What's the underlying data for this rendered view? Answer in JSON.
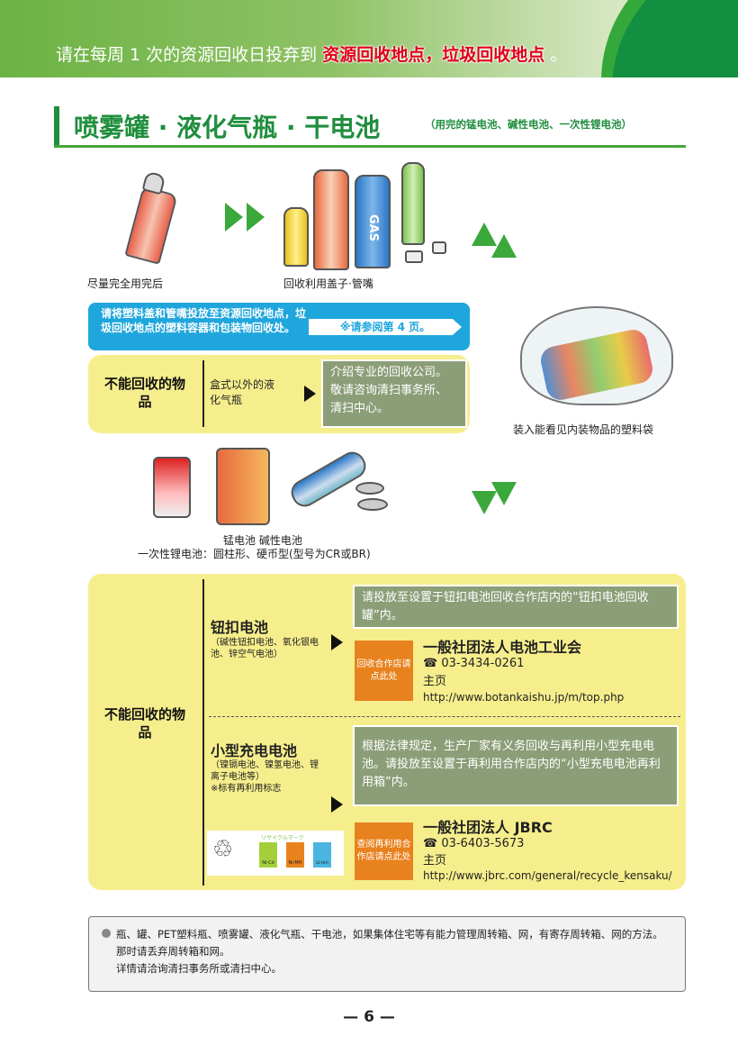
{
  "header": {
    "text_prefix": "请在每周 1 次的资源回收日投弃到 ",
    "text_highlight": "资源回收地点，垃圾回收地点",
    "text_suffix": " 。"
  },
  "section": {
    "title": "喷雾罐 · 液化气瓶 · 干电池",
    "subtitle": "（用完的锰电池、碱性电池、一次性锂电池）"
  },
  "captions": {
    "spray": "尽量完全用完后",
    "caps": "回收利用盖子·管嘴",
    "bag": "装入能看见内装物品的塑料袋",
    "batteries1": "锰电池 碱性电池",
    "batteries2": "一次性锂电池：圆柱形、硬币型(型号为CR或BR)",
    "gas_label": "GAS"
  },
  "blue_box": {
    "text": "请将塑料盖和管嘴投放至资源回收地点，垃圾回收地点的塑料容器和包装物回收处。",
    "tag": "※请参阅第 4 页。"
  },
  "gas_box": {
    "label": "不能回收的物品",
    "item": "盒式以外的液化气瓶",
    "instruction": "介绍专业的回收公司。敬请咨询清扫事务所、清扫中心。"
  },
  "battery_box": {
    "label": "不能回收的物品",
    "button": {
      "title": "钮扣电池",
      "sub": "（碱性钮扣电池、氧化银电池、锌空气电池）",
      "instruction": "请投放至设置于钮扣电池回收合作店内的“钮扣电池回收罐”内。",
      "orange": "回收合作店请点此处",
      "org": "一般社团法人电池工业会",
      "phone": "☎ 03-3434-0261",
      "home_label": "主页",
      "url": "http://www.botankaishu.jp/m/top.php"
    },
    "rechargeable": {
      "title": "小型充电电池",
      "sub1": "（镍镉电池、镍氢电池、锂离子电池等）",
      "sub2": "※标有再利用标志",
      "instruction": "根据法律规定，生产厂家有义务回收与再利用小型充电电池。请投放至设置于再利用合作店内的“小型充电电池再利用箱”内。",
      "orange": "查阅再利用合作店请点此处",
      "org": "一般社团法人 JBRC",
      "phone": "☎ 03-6403-5673",
      "home_label": "主页",
      "url": "http://www.jbrc.com/general/recycle_kensaku/",
      "mark_title": "リサイクルマーク",
      "marks": [
        "Ni-Cd",
        "Ni-MH",
        "Li-ion"
      ]
    }
  },
  "note": {
    "lines": [
      "瓶、罐、PET塑料瓶、喷雾罐、液化气瓶、干电池，如果集体住宅等有能力管理周转箱、网，有寄存周转箱、网的方法。",
      "那时请丢弃周转箱和网。",
      "详情请洽询清扫事务所或清扫中心。"
    ]
  },
  "page": {
    "number": "— 6 —"
  }
}
